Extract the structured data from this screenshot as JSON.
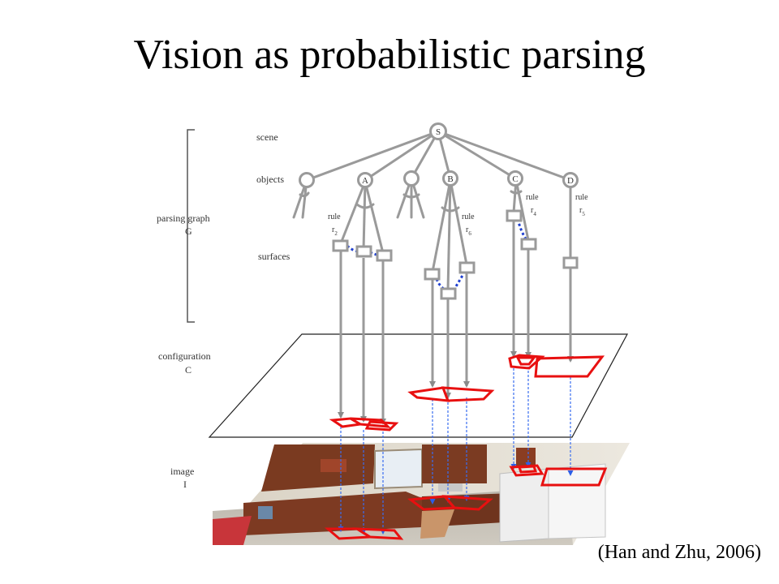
{
  "title": "Vision as probabilistic parsing",
  "citation": "(Han and Zhu, 2006)",
  "diagram": {
    "levels": {
      "scene": "scene",
      "objects": "objects",
      "surfaces": "surfaces",
      "parsing_graph": "parsing graph",
      "parsing_graph_symbol": "G",
      "configuration": "configuration",
      "configuration_symbol": "C",
      "image": "image",
      "image_symbol": "I"
    },
    "nodes": {
      "root": "S",
      "a": "A",
      "b": "B",
      "c": "C",
      "d": "D"
    },
    "rules": {
      "rule_word": "rule",
      "r2": "r",
      "r2_sub": "2",
      "r6": "r",
      "r6_sub": "6",
      "r4": "r",
      "r4_sub": "4",
      "r5": "r",
      "r5_sub": "5"
    },
    "colors": {
      "graph": "#9a9a9a",
      "region_outline": "#e81010",
      "relation_link": "#1f3fd0"
    }
  }
}
